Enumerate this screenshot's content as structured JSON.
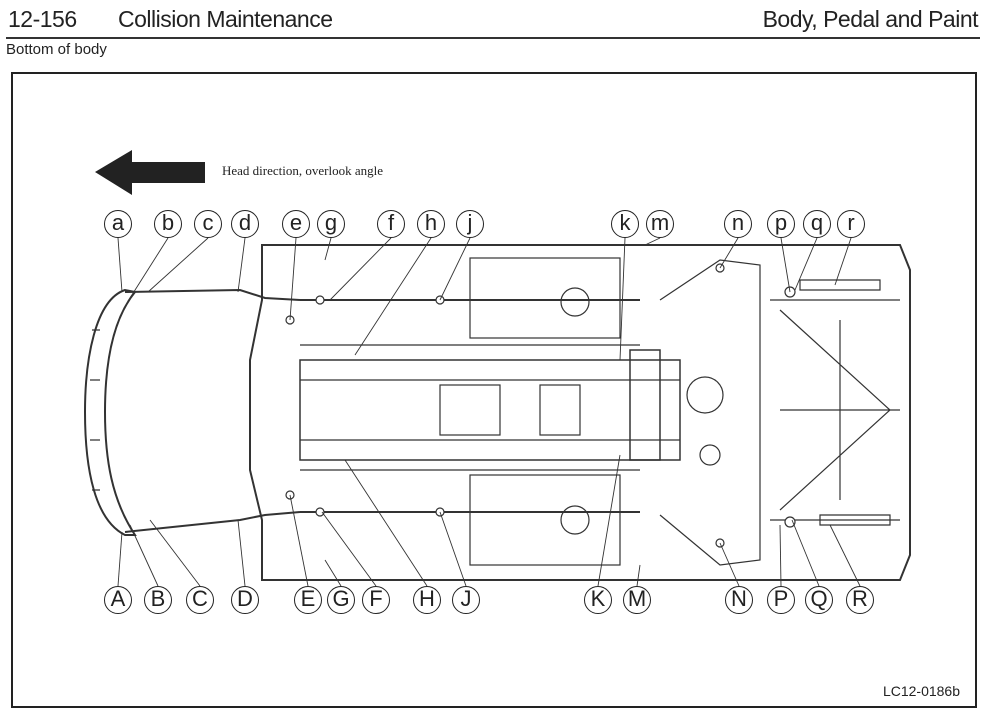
{
  "header": {
    "page_number": "12-156",
    "section": "Collision Maintenance",
    "chapter": "Body, Pedal and Paint"
  },
  "subtitle": "Bottom of body",
  "figure": {
    "direction_label": "Head direction, overlook angle",
    "figure_id": "LC12-0186b",
    "callouts_top": [
      "a",
      "b",
      "c",
      "d",
      "e",
      "g",
      "f",
      "h",
      "j",
      "k",
      "m",
      "n",
      "p",
      "q",
      "r"
    ],
    "callouts_bottom": [
      "A",
      "B",
      "C",
      "D",
      "E",
      "G",
      "F",
      "H",
      "J",
      "K",
      "M",
      "N",
      "P",
      "Q",
      "R"
    ]
  }
}
